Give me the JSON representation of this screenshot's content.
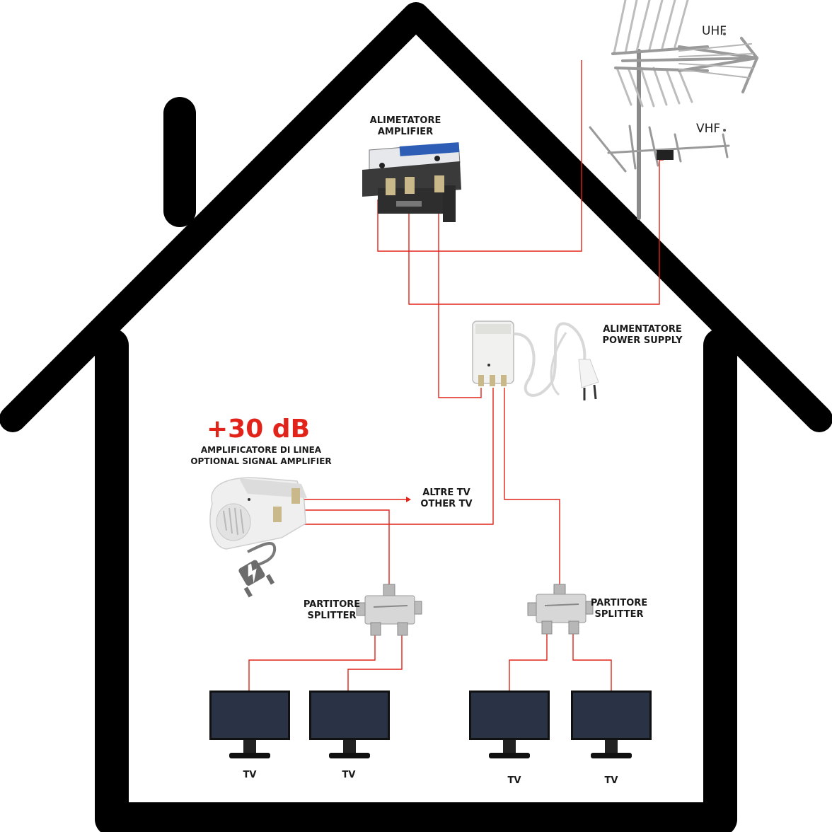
{
  "antenna": {
    "uhf_label": "UHF",
    "vhf_label": "VHF"
  },
  "mast_amplifier": {
    "line1": "ALIMETATORE",
    "line2": "AMPLIFIER"
  },
  "power_supply": {
    "line1": "ALIMENTATORE",
    "line2": "POWER SUPPLY"
  },
  "line_amplifier": {
    "gain": "+30 dB",
    "line1": "AMPLIFICATORE DI LINEA",
    "line2": "OPTIONAL SIGNAL AMPLIFIER"
  },
  "other_tv": {
    "line1": "ALTRE TV",
    "line2": "OTHER TV"
  },
  "splitter_left": {
    "line1": "PARTITORE",
    "line2": "SPLITTER"
  },
  "splitter_right": {
    "line1": "PARTITORE",
    "line2": "SPLITTER"
  },
  "tvs": [
    {
      "label": "TV"
    },
    {
      "label": "TV"
    },
    {
      "label": "TV"
    },
    {
      "label": "TV"
    }
  ],
  "colors": {
    "house_outline": "#000000",
    "cable": "#e2231a",
    "gain_text": "#e2231a"
  }
}
